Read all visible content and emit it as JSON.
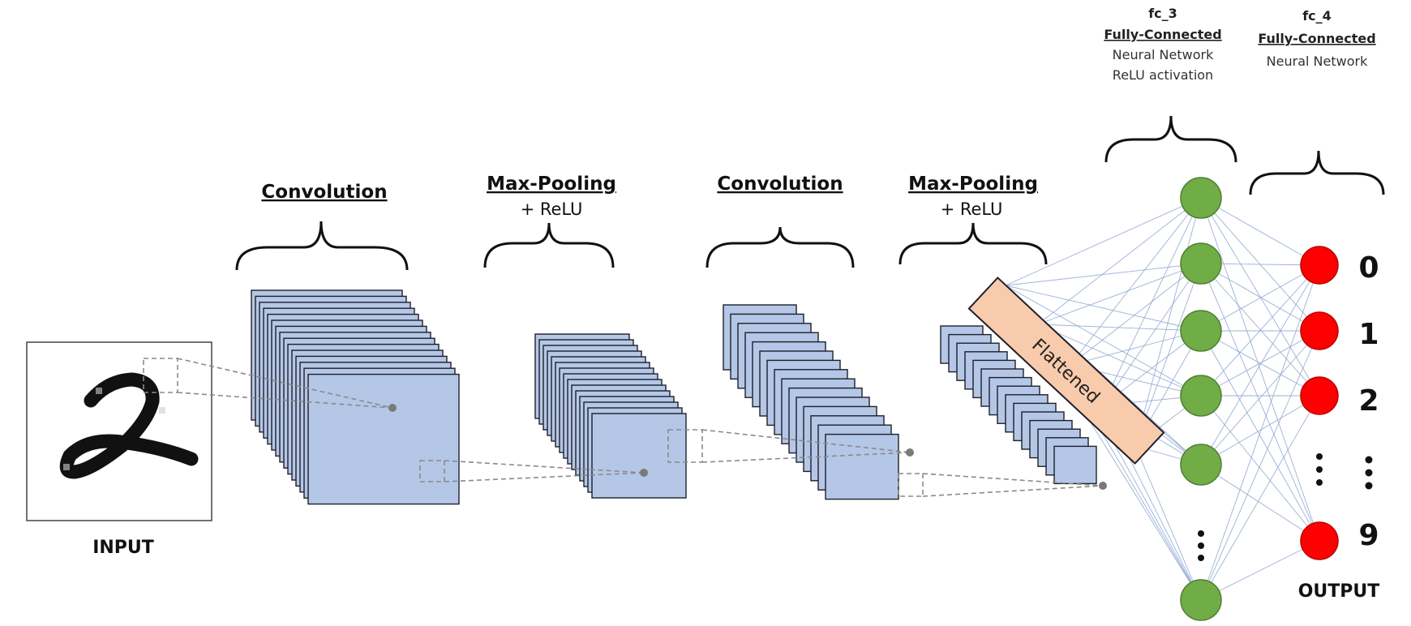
{
  "input": {
    "label": "INPUT"
  },
  "stages": [
    {
      "title": "Convolution",
      "subtitle": ""
    },
    {
      "title": "Max-Pooling",
      "subtitle": "+ ReLU"
    },
    {
      "title": "Convolution",
      "subtitle": ""
    },
    {
      "title": "Max-Pooling",
      "subtitle": "+ ReLU"
    }
  ],
  "flattened": {
    "label": "Flattened"
  },
  "fc3": {
    "name": "fc_3",
    "type": "Fully-Connected",
    "desc1": "Neural Network",
    "desc2": "ReLU activation"
  },
  "fc4": {
    "name": "fc_4",
    "type": "Fully-Connected",
    "desc1": "Neural Network"
  },
  "output": {
    "label": "OUTPUT",
    "classes": [
      "0",
      "1",
      "2",
      "9"
    ]
  },
  "colors": {
    "feature_map": "#b4c7e7",
    "flattened": "#f8cbad",
    "hidden_node": "#70ad47",
    "output_node": "#ff0000",
    "connection": "#8aa4d0"
  }
}
